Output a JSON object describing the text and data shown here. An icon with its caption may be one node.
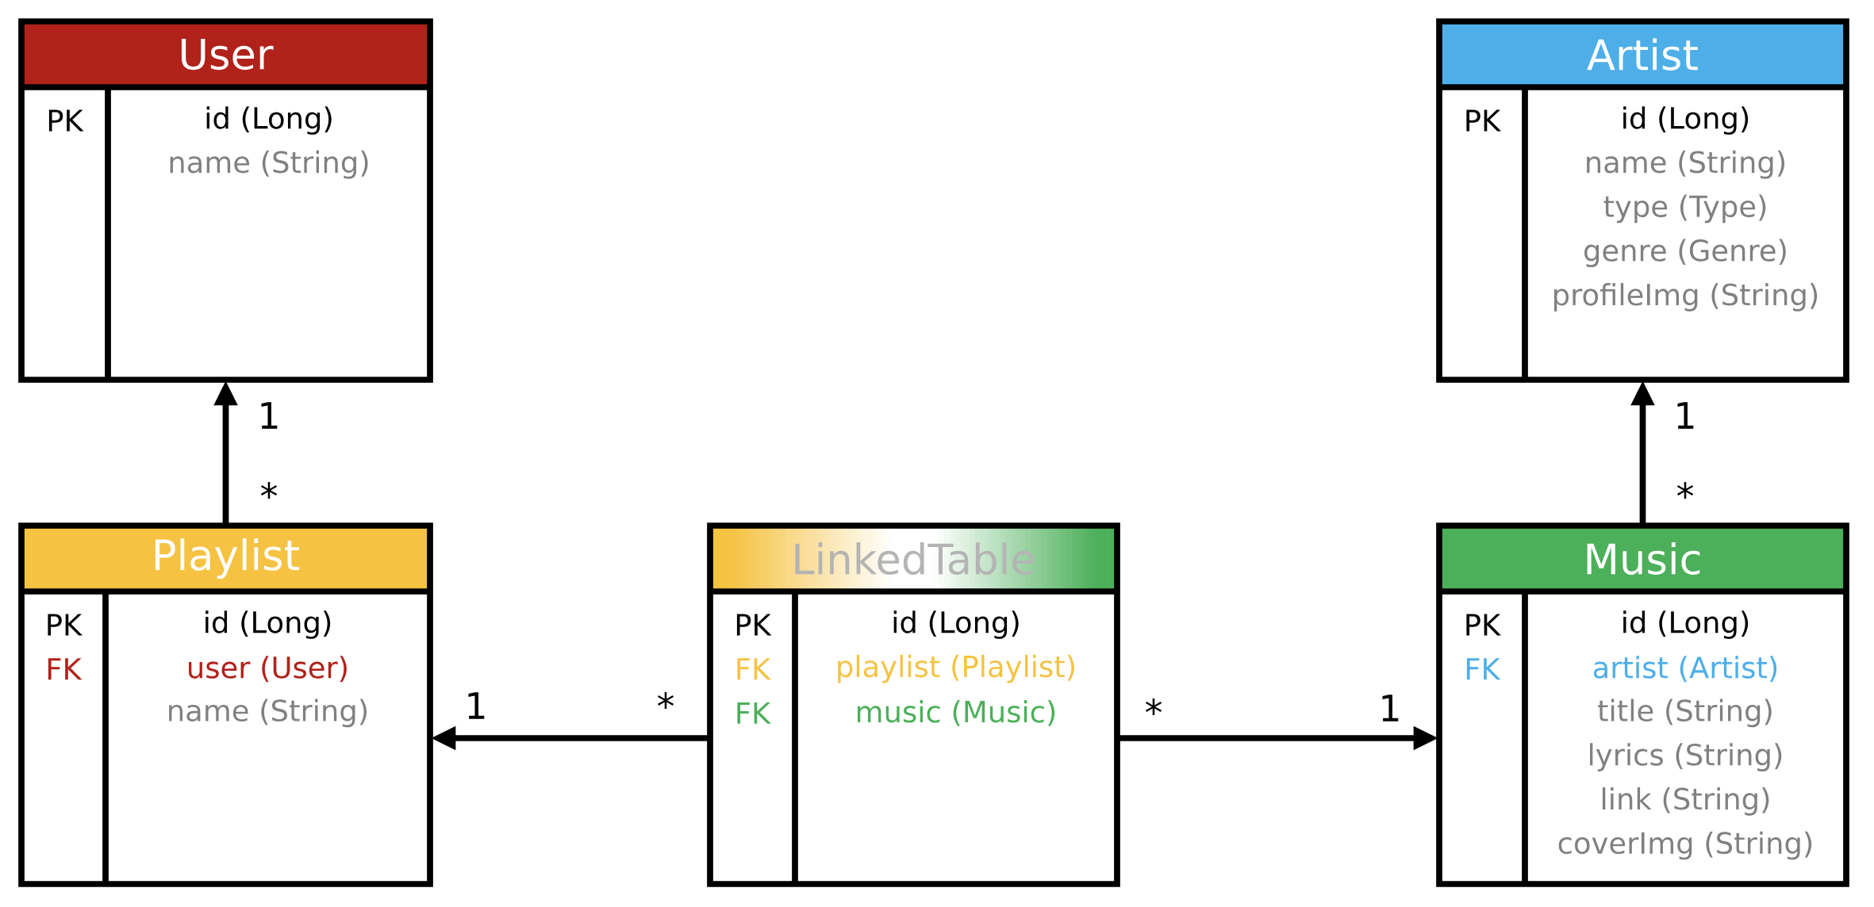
{
  "diagram": {
    "nodes": [
      {
        "text": [
          "User",
          "PK",
          "id (Long)",
          "name (String)"
        ]
      },
      {
        "text": [
          "Artist",
          "PK",
          "id (Long)",
          "name (String)",
          "type (Type)",
          "genre (Genre)",
          "profileImg (String)"
        ]
      },
      {
        "text": [
          "Playlist",
          "PK",
          "FK",
          "id (Long)",
          "user (User)",
          "name (String)"
        ]
      },
      {
        "text": [
          "LinkedTable",
          "PK",
          "FK",
          "FK",
          "id (Long)",
          "playlist (Playlist)",
          "music (Music)"
        ]
      },
      {
        "text": [
          "Music",
          "PK",
          "FK",
          "id (Long)",
          "artist (Artist)",
          "title (String)",
          "lyrics (String)",
          "link (String)",
          "coverImg (String)"
        ]
      }
    ],
    "edges": [
      {
        "from": 2,
        "to": 0,
        "arrow": "to"
      },
      {
        "from": 4,
        "to": 1,
        "arrow": "to"
      },
      {
        "from": 3,
        "to": 2,
        "arrow": "to"
      },
      {
        "from": 3,
        "to": 4,
        "arrow": "to"
      }
    ],
    "labels": [
      "1",
      "1",
      "*",
      "*",
      "1",
      "*",
      "*",
      "1"
    ]
  }
}
